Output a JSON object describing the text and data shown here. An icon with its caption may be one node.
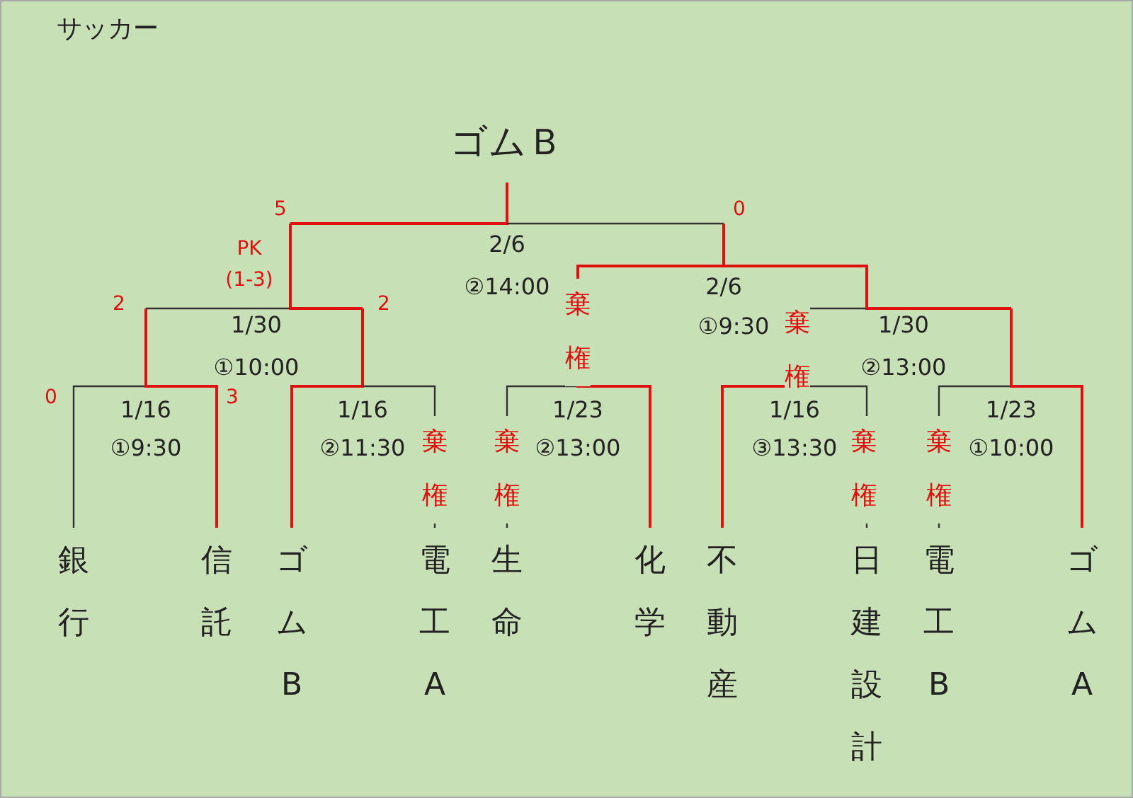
{
  "diagram": {
    "title": "サッカー",
    "nodes": [
      {
        "text": [
          "ゴムＢ"
        ]
      },
      {
        "text": [
          "銀行"
        ]
      },
      {
        "text": [
          "信託"
        ]
      },
      {
        "text": [
          "ゴムB"
        ]
      },
      {
        "text": [
          "電工A"
        ]
      },
      {
        "text": [
          "生命"
        ]
      },
      {
        "text": [
          "化学"
        ]
      },
      {
        "text": [
          "不動産"
        ]
      },
      {
        "text": [
          "日建設計"
        ]
      },
      {
        "text": [
          "電工B"
        ]
      },
      {
        "text": [
          "ゴムA"
        ]
      }
    ],
    "labels": [
      "5",
      "0",
      "PK",
      "2/6",
      "(1-3)",
      "②14:00",
      "2/6",
      "2",
      "2",
      "棄権",
      "1/30",
      "①9:30",
      "棄権",
      "1/30",
      "①10:00",
      "②13:00",
      "0",
      "3",
      "1/16",
      "1/16",
      "1/23",
      "1/16",
      "1/23",
      "①9:30",
      "②11:30",
      "棄権",
      "棄権",
      "②13:00",
      "③13:30",
      "棄権",
      "棄権",
      "①10:00"
    ]
  }
}
